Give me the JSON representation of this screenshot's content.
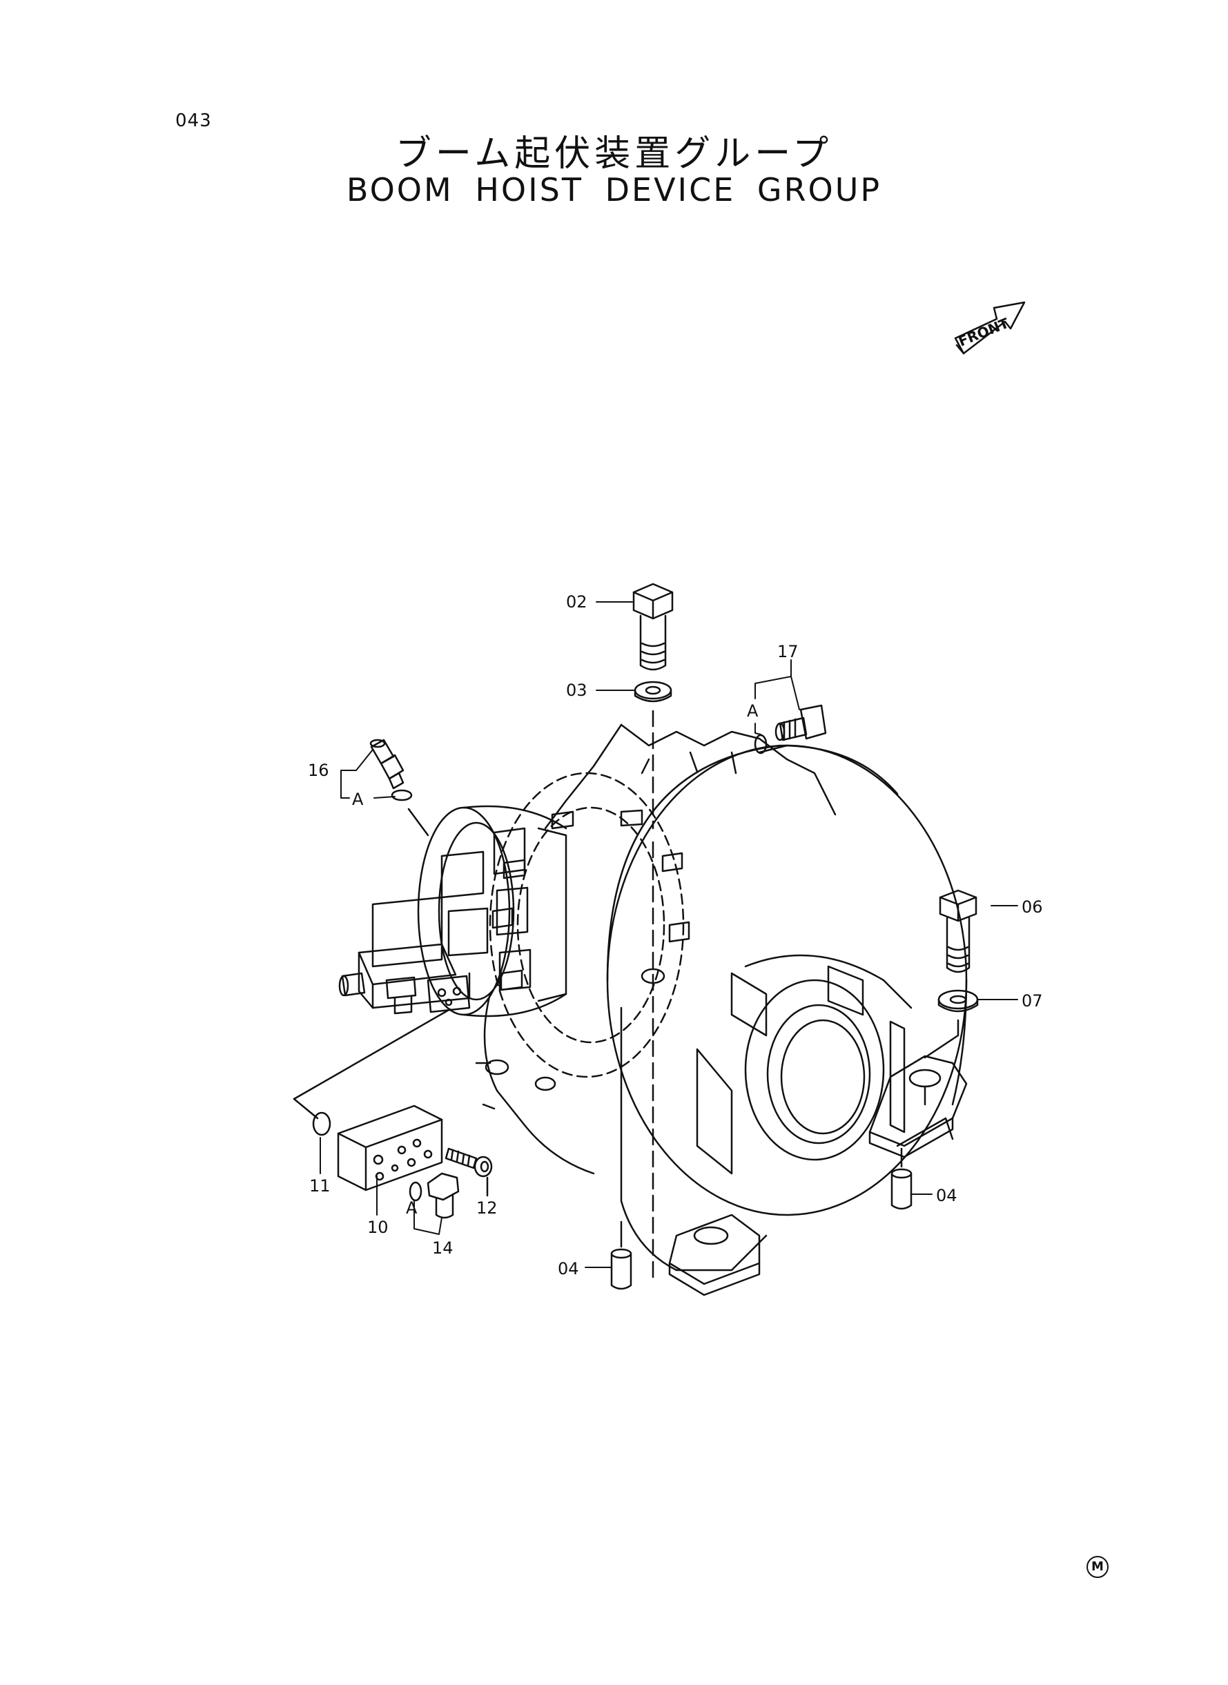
{
  "page": {
    "number": "043",
    "title_jp": "ブーム起伏装置グループ",
    "title_en": "BOOM HOIST DEVICE GROUP",
    "front_label": "FRONT",
    "mark": "M"
  },
  "callouts": {
    "c02": "02",
    "c03": "03",
    "c17": "17",
    "c16": "16",
    "a_top": "A",
    "a_left": "A",
    "a_bottom": "A",
    "c06": "06",
    "c07": "07",
    "c04_right": "04",
    "c04_bottom": "04",
    "c11": "11",
    "c10": "10",
    "c12": "12",
    "c14": "14"
  }
}
